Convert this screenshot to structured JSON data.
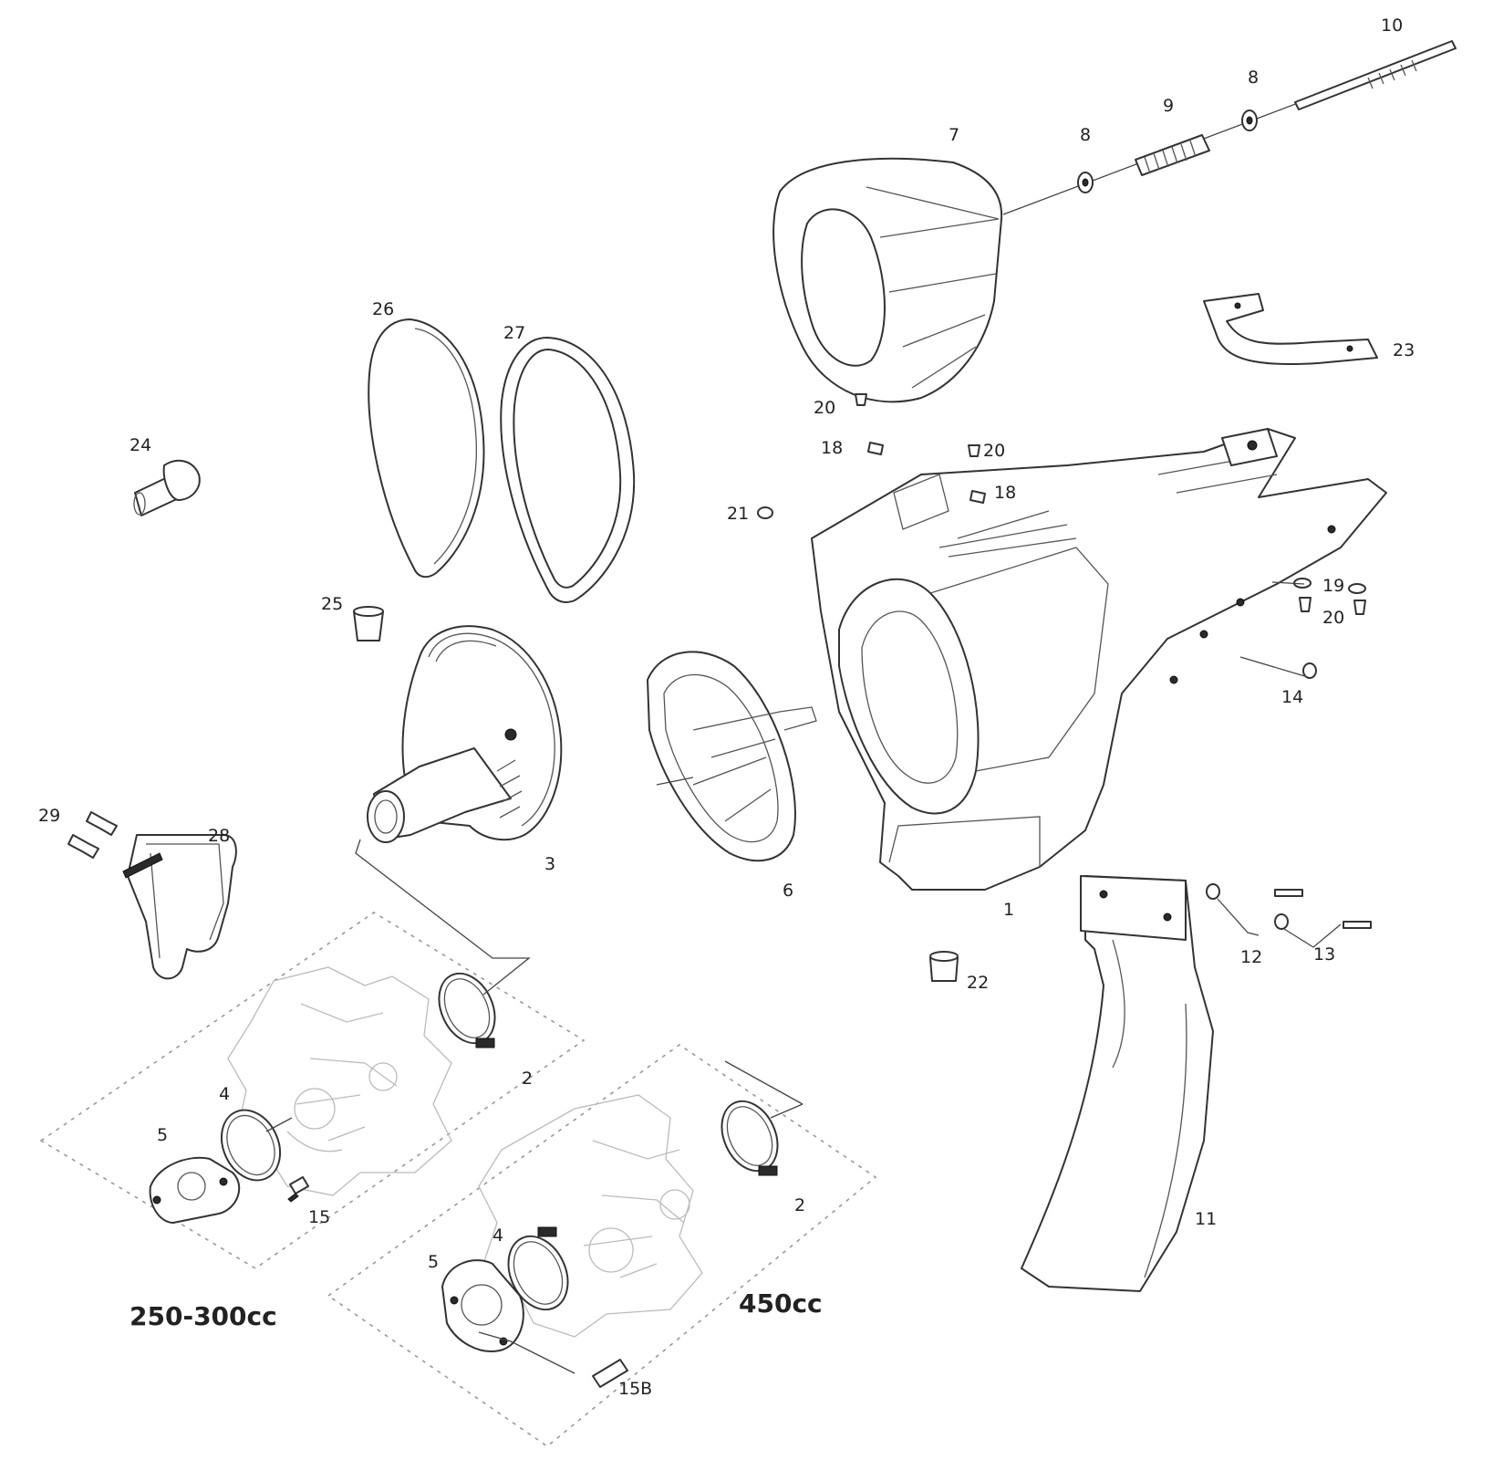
{
  "labels": {
    "p1": "1",
    "p2a": "2",
    "p2b": "2",
    "p3": "3",
    "p4a": "4",
    "p4b": "4",
    "p5a": "5",
    "p5b": "5",
    "p6": "6",
    "p7": "7",
    "p8a": "8",
    "p8b": "8",
    "p9": "9",
    "p10": "10",
    "p11": "11",
    "p12": "12",
    "p13": "13",
    "p14": "14",
    "p15": "15",
    "p15b": "15B",
    "p18a": "18",
    "p18b": "18",
    "p19": "19",
    "p20a": "20",
    "p20b": "20",
    "p20c": "20",
    "p21": "21",
    "p22": "22",
    "p23": "23",
    "p24": "24",
    "p25": "25",
    "p26": "26",
    "p27": "27",
    "p28": "28",
    "p29": "29"
  },
  "groups": {
    "small_engine": "250-300cc",
    "large_engine": "450cc"
  }
}
